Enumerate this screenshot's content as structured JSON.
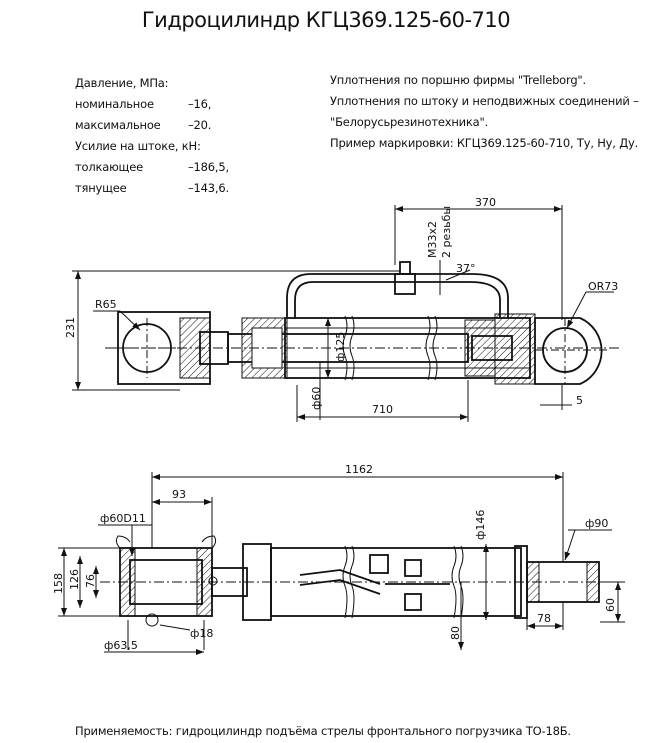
{
  "title": "Гидроцилиндр КГЦ369.125-60-710",
  "specs": {
    "pressure_header": "Давление, МПа:",
    "nominal_label": "номинальное",
    "nominal_value": "–16,",
    "max_label": "максимальное",
    "max_value": "–20.",
    "force_header": "Усилие на штоке, кН:",
    "push_label": "толкающее",
    "push_value": "–186,5,",
    "pull_label": "тянущее",
    "pull_value": "–143,6."
  },
  "notes": [
    "Уплотнения по поршню фирмы \"Trelleborg\".",
    "Уплотнения по штоку и неподвижных соединений –",
    "\"Белорусьрезинотехника\".",
    "Пример маркировки: КГЦ369.125-60-710, Ту, Ну, Ду."
  ],
  "dims_top": {
    "d370": "370",
    "thread": "М33х2",
    "slots": "2 резьбы",
    "angle": "37°",
    "r73": "OR73",
    "r65": "R65",
    "h231": "231",
    "d125": "ф125",
    "d60": "ф60",
    "l710": "710",
    "d5": "5"
  },
  "dims_bottom": {
    "l1162": "1162",
    "l93": "93",
    "d60d11": "ф60D11",
    "d146": "ф146",
    "d90": "ф90",
    "h158": "158",
    "h126": "126",
    "h76": "76",
    "d18": "ф18",
    "d63": "ф63,5",
    "h80": "80",
    "l78": "78",
    "h60": "60"
  },
  "footer": "Применяемость: гидроцилиндр подъёма стрелы фронтального погрузчика ТО-18Б."
}
